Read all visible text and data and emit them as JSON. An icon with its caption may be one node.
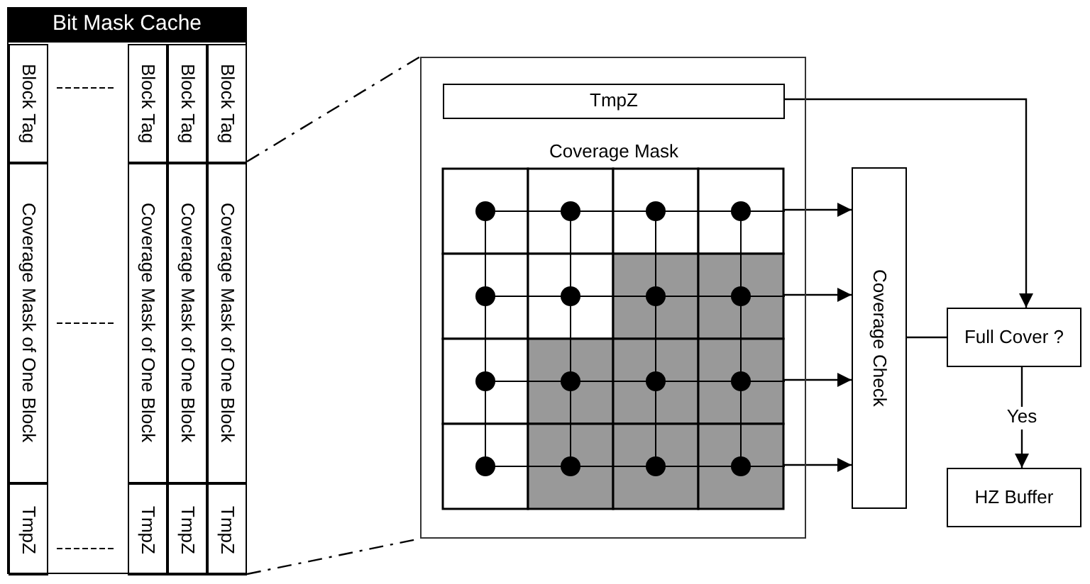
{
  "diagram": {
    "nodes": [
      {
        "text": [
          "Bit Mask Cache"
        ]
      },
      {
        "text": [
          "Block Tag"
        ],
        "in": 0
      },
      {
        "text": [
          "Block Tag"
        ],
        "in": 0
      },
      {
        "text": [
          "Block Tag"
        ],
        "in": 0
      },
      {
        "text": [
          "Block Tag"
        ],
        "in": 0
      },
      {
        "text": [
          "Coverage Mask of One Block"
        ],
        "in": 0
      },
      {
        "text": [
          "Coverage Mask of One Block"
        ],
        "in": 0
      },
      {
        "text": [
          "Coverage Mask of One Block"
        ],
        "in": 0
      },
      {
        "text": [
          "Coverage Mask of One Block"
        ],
        "in": 0
      },
      {
        "text": [
          "TmpZ"
        ],
        "in": 0
      },
      {
        "text": [
          "TmpZ"
        ],
        "in": 0
      },
      {
        "text": [
          "TmpZ"
        ],
        "in": 0
      },
      {
        "text": [
          "TmpZ"
        ],
        "in": 0
      },
      {
        "text": [],
        "shape": "box"
      },
      {
        "text": [
          "TmpZ"
        ],
        "in": 13
      },
      {
        "text": [
          "Coverage Mask"
        ],
        "in": 13
      },
      {
        "text": [
          "Coverage Check"
        ]
      },
      {
        "text": [
          "Full Cover ?"
        ]
      },
      {
        "text": [
          "HZ Buffer"
        ]
      }
    ],
    "edges": [
      {
        "from": 0,
        "to": 13,
        "arrow": "none",
        "style": "dashed"
      },
      {
        "from": 0,
        "to": 13,
        "arrow": "none",
        "style": "dashed"
      },
      {
        "from": 14,
        "to": 17,
        "arrow": "to"
      },
      {
        "from": 15,
        "to": 16,
        "arrow": "to"
      },
      {
        "from": 15,
        "to": 16,
        "arrow": "to"
      },
      {
        "from": 15,
        "to": 16,
        "arrow": "to"
      },
      {
        "from": 15,
        "to": 16,
        "arrow": "to"
      },
      {
        "from": 16,
        "to": 17,
        "arrow": "none"
      },
      {
        "from": 17,
        "to": 18,
        "arrow": "to",
        "label": "Yes"
      }
    ]
  }
}
